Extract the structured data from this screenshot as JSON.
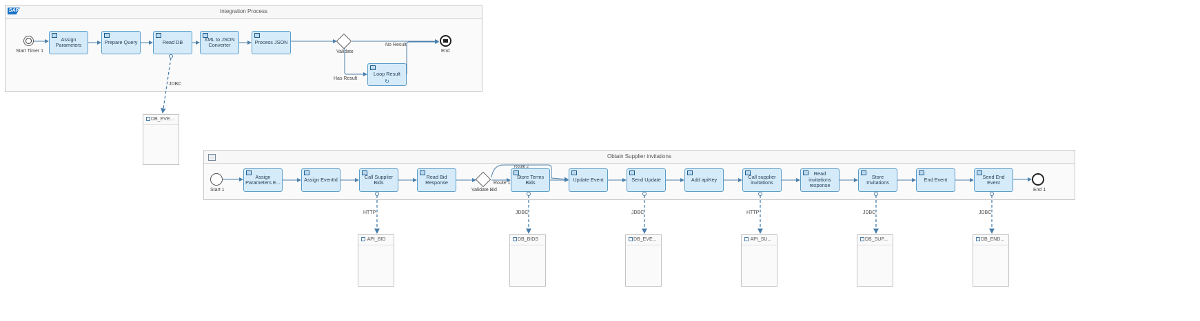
{
  "process1": {
    "title": "Integration Process",
    "logo": "SAP",
    "start": "Start Timer 1",
    "steps": [
      "Assign Parameters",
      "Prepare Query",
      "Read DB",
      "XML to JSON Converter",
      "Process JSON"
    ],
    "gateway": "Validate",
    "no_result": "No Result",
    "has_result": "Has Result",
    "loop": "Loop Result",
    "end": "End",
    "conn": "JDBC",
    "datastore": "DB_EVE..."
  },
  "process2": {
    "title": "Obtain Supplier invitations",
    "start": "Start 1",
    "steps_a": [
      "Assign Parameters E...",
      "Assign EventId",
      "Call Supplier Bids",
      "Read Bid Response"
    ],
    "gateway": "Validate Bid",
    "route1": "Route 1",
    "route2": "Route 2",
    "steps_b": [
      "Store Terms Bids",
      "Update Event",
      "Send Update",
      "Add apiKey",
      "Call supplier invitations",
      "Read invitations response",
      "Store Invitations",
      "End Event",
      "Send End Event"
    ],
    "end": "End 1",
    "conns": [
      "HTTP",
      "JDBC",
      "JDBC",
      "HTTP",
      "JDBC",
      "JDBC"
    ],
    "datastores": [
      "API_BID",
      "DB_BIDS",
      "DB_EVE...",
      "API_SU...",
      "DB_SUP...",
      "DB_END..."
    ]
  },
  "colors": {
    "task_fill": "#d6ebf9",
    "task_border": "#5b9cc9",
    "flow": "#4a7fab"
  }
}
